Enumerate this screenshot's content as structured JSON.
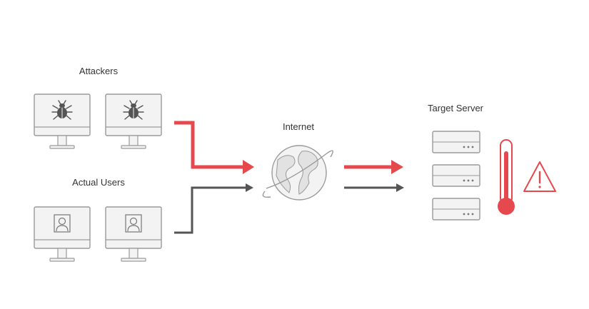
{
  "labels": {
    "attackers": "Attackers",
    "actual_users": "Actual Users",
    "internet": "Internet",
    "target_server": "Target Server"
  },
  "icons": {
    "attacker_monitor": "monitor-bug-icon",
    "user_monitor": "monitor-user-icon",
    "globe": "globe-icon",
    "server": "server-rack-icon",
    "thermometer": "thermometer-icon",
    "warning": "warning-triangle-icon"
  },
  "colors": {
    "attack": "#e5484d",
    "normal": "#555555",
    "outline": "#999999",
    "fill": "#f1f1f1"
  }
}
